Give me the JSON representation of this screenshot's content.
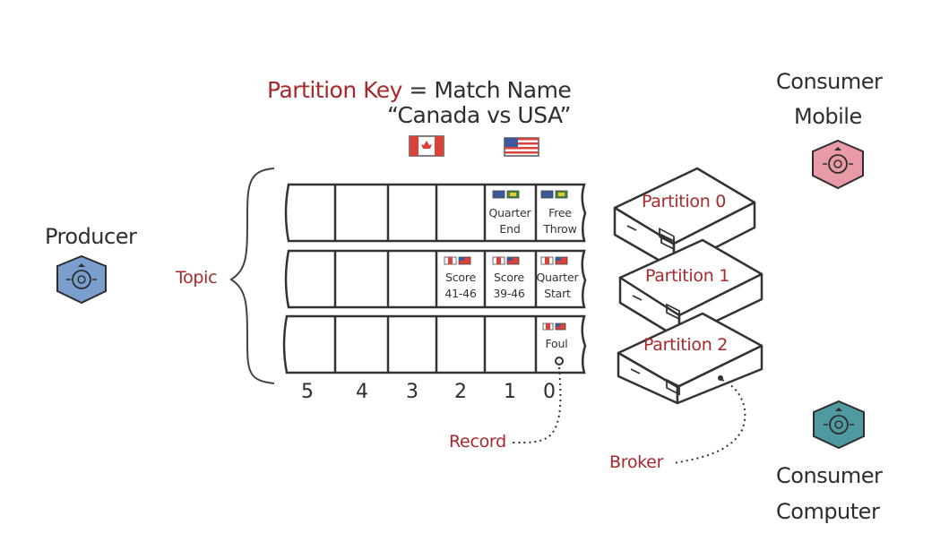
{
  "header": {
    "partition_key_label": "Partition Key",
    "equals_text": "= Match Name",
    "match_name": "“Canada vs USA”"
  },
  "producer": {
    "label": "Producer",
    "icon": "producer-hex-icon",
    "color": "#7a9fce"
  },
  "topic_label": "Topic",
  "offsets": [
    "5",
    "4",
    "3",
    "2",
    "1",
    "0"
  ],
  "partitions": [
    {
      "records": [
        {
          "offset": "1",
          "flags": "flag-pair",
          "line1": "Quarter",
          "line2": "End"
        },
        {
          "offset": "0",
          "flags": "flag-pair",
          "line1": "Free",
          "line2": "Throw"
        }
      ]
    },
    {
      "records": [
        {
          "offset": "2",
          "flags": "canada-usa-flags",
          "line1": "Score",
          "line2": "41-46"
        },
        {
          "offset": "1",
          "flags": "canada-usa-flags",
          "line1": "Score",
          "line2": "39-46"
        },
        {
          "offset": "0",
          "flags": "canada-usa-flags",
          "line1": "Quarter",
          "line2": "Start"
        }
      ]
    },
    {
      "records": [
        {
          "offset": "0",
          "flags": "canada-usa-flags",
          "line1": "Foul",
          "line2": ""
        }
      ]
    }
  ],
  "record_label": "Record",
  "broker_label": "Broker",
  "brokers": [
    {
      "label": "Partition 0"
    },
    {
      "label": "Partition 1"
    },
    {
      "label": "Partition 2"
    }
  ],
  "consumer_mobile": {
    "line1": "Consumer",
    "line2": "Mobile",
    "icon": "consumer-mobile-hex-icon",
    "color": "#e89aa6"
  },
  "consumer_computer": {
    "line1": "Consumer",
    "line2": "Computer",
    "icon": "consumer-computer-hex-icon",
    "color": "#4e9aa0"
  },
  "colors": {
    "accent_red": "#a8282c",
    "ink": "#2e2e2e"
  }
}
